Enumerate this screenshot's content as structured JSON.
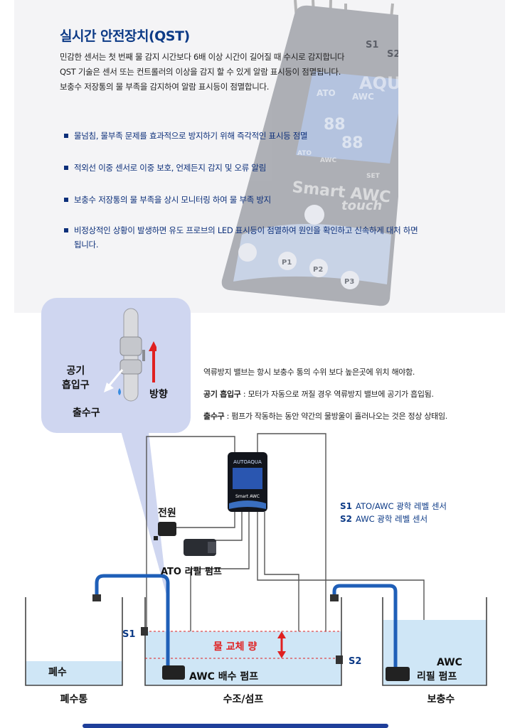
{
  "header": {
    "title": "실시간 안전장치(QST)",
    "intro": [
      "민감한 센서는 첫 번째 물 감지 시간보다 6배 이상 시간이 길어질 때 수시로 감지합니다",
      "QST 기술은 센서 또는 컨트롤러의 이상을 감지 할 수 있게 알람 표시등이 점멸됩니다.",
      "보충수 저장통의 물 부족을 감지하여 알람 표시등이 점멸합니다."
    ]
  },
  "bullets": [
    "물넘침, 물부족 문제를 효과적으로 방지하기 위해 즉각적인 표시등 점멸",
    "적외선 이중 센서로 이중 보호, 언제든지 감지 및 오류 알림",
    "보충수 저장통의 물 부족을 상시 모니터링 하여 물 부족 방지",
    "비정상적인 상황이 발생하면 유도 프로브의 LED 표시등이 점멸하여 원인을 확인하고 신속하게 대처 하면",
    "됩니다."
  ],
  "device": {
    "s1": "S1",
    "s2": "S2",
    "brand": "AQUA",
    "ato": "ATO",
    "awc": "AWC",
    "digits_top": "88",
    "digits_bottom": "88",
    "btn_ato": "ATO",
    "btn_awc": "AWC",
    "btn_set": "SET",
    "name": "Smart AWC",
    "touch": "touch",
    "p1": "P1",
    "p2": "P2",
    "p3": "P3"
  },
  "valve_callout": {
    "air_intake_line1": "공기",
    "air_intake_line2": "흡입구",
    "outlet": "출수구",
    "direction": "방향"
  },
  "notes": {
    "line1": "역류방지 밸브는 항시 보충수 통의 수위 보다 높은곳에 위치 해야함.",
    "line2_term": "공기 흡입구",
    "line2_text": " : 모터가 자동으로 꺼질 경우 역류방지 밸브에 공기가 흡입됨.",
    "line3_term": "출수구",
    "line3_text": " :  펌프가 작동하는 동안 약간의 물방울이 흘러나오는 것은 정상 상태임."
  },
  "diagram": {
    "controller_brand": "AUTOAQUA",
    "controller_name": "Smart AWC",
    "power_label": "전원",
    "ato_pump_label": "ATO 리필 펌프",
    "sensor_legend": [
      {
        "code": "S1",
        "text": "ATO/AWC 광학 레벨 센서"
      },
      {
        "code": "S2",
        "text": "AWC 광학 레벨 센서"
      }
    ],
    "s1_label": "S1",
    "s2_label": "S2",
    "water_change_label": "물 교체 량",
    "drain_water_label": "폐수",
    "awc_drain_pump_label": "AWC 배수 펌프",
    "awc_refill_line1": "AWC",
    "awc_refill_line2": "리필 펌프",
    "tank_waste": "폐수통",
    "tank_main": "수조/섬프",
    "tank_refill": "보충수"
  },
  "colors": {
    "title_blue": "#0c3a86",
    "bullet_blue": "#0c2f7a",
    "water_blue": "#cfe6f6",
    "pipe_blue": "#1f5fb8",
    "alert_red": "#e02020",
    "callout_bg": "#cfd6f0"
  }
}
